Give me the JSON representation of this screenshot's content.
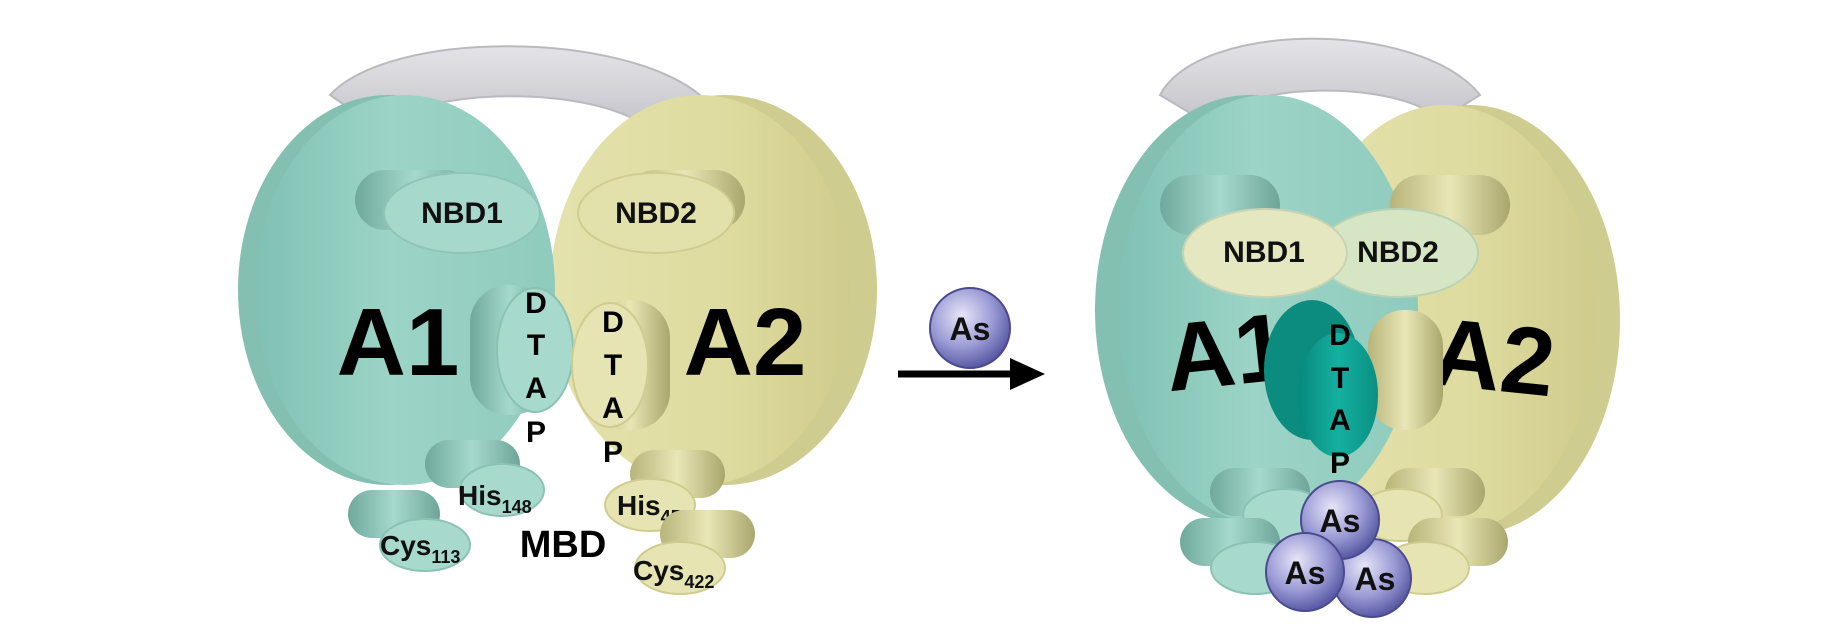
{
  "left": {
    "domain_a1": "A1",
    "domain_a2": "A2",
    "nbd1": "NBD1",
    "nbd2": "NBD2",
    "dtap_a1": [
      "D",
      "T",
      "A",
      "P"
    ],
    "dtap_a2": [
      "D",
      "T",
      "A",
      "P"
    ],
    "his148": {
      "base": "His",
      "sub": "148"
    },
    "cys113": {
      "base": "Cys",
      "sub": "113"
    },
    "his453": {
      "base": "His",
      "sub": "453"
    },
    "cys422": {
      "base": "Cys",
      "sub": "422"
    },
    "mbd": "MBD"
  },
  "arrow": {
    "ligand": "As"
  },
  "right": {
    "domain_a1": "A1",
    "domain_a2": "A2",
    "nbd1": "NBD1",
    "nbd2": "NBD2",
    "dtap": [
      "D",
      "T",
      "A",
      "P"
    ],
    "as_ions": [
      "As",
      "As",
      "As"
    ]
  },
  "colors": {
    "a1": "#93cfc2",
    "a2": "#dfdda4",
    "linker": "#d2d2d6",
    "dtap_active": "#0fa596",
    "arsenic": "#7e7ec4"
  }
}
